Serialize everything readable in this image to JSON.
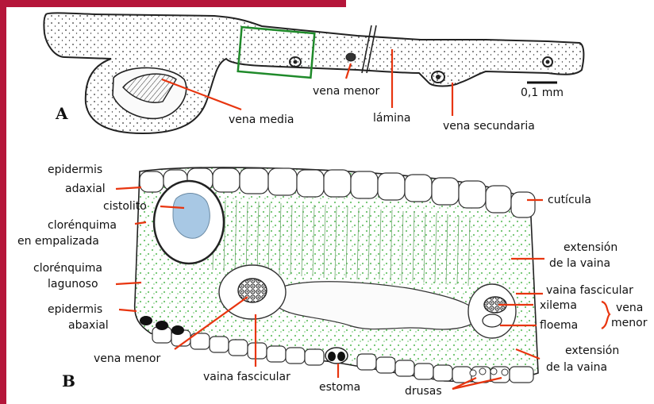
{
  "colors": {
    "left_bar": "#b5163a",
    "top_bar": "#b5163a",
    "leader": "#e8350f",
    "chloroplast": "#6cc36c",
    "cystolith": "#a8c8e4",
    "zoom_box": "#1f8a2a",
    "outline": "#222222"
  },
  "panel_a": {
    "letter": "A",
    "labels": {
      "vena_media": "vena media",
      "vena_menor": "vena menor",
      "lamina": "lámina",
      "vena_secundaria": "vena secundaria",
      "scale": "0,1 mm"
    }
  },
  "panel_b": {
    "letter": "B",
    "labels": {
      "epidermis_adaxial_1": "epidermis",
      "epidermis_adaxial_2": "adaxial",
      "cistolito": "cistolito",
      "clorenquima_emp_1": "clorénquima",
      "clorenquima_emp_2": "en empalizada",
      "clorenquima_lag_1": "clorénquima",
      "clorenquima_lag_2": "lagunoso",
      "epidermis_abaxial_1": "epidermis",
      "epidermis_abaxial_2": "abaxial",
      "vena_menor": "vena menor",
      "vaina_fascicular_bottom": "vaina fascicular",
      "estoma": "estoma",
      "drusas": "drusas",
      "cuticula": "cutícula",
      "extension_vaina_top_1": "extensión",
      "extension_vaina_top_2": "de la vaina",
      "vaina_fascicular_right": "vaina fascicular",
      "xilema": "xilema",
      "floema": "floema",
      "vena_menor_right_1": "vena",
      "vena_menor_right_2": "menor",
      "extension_vaina_bottom_1": "extensión",
      "extension_vaina_bottom_2": "de la vaina"
    }
  }
}
